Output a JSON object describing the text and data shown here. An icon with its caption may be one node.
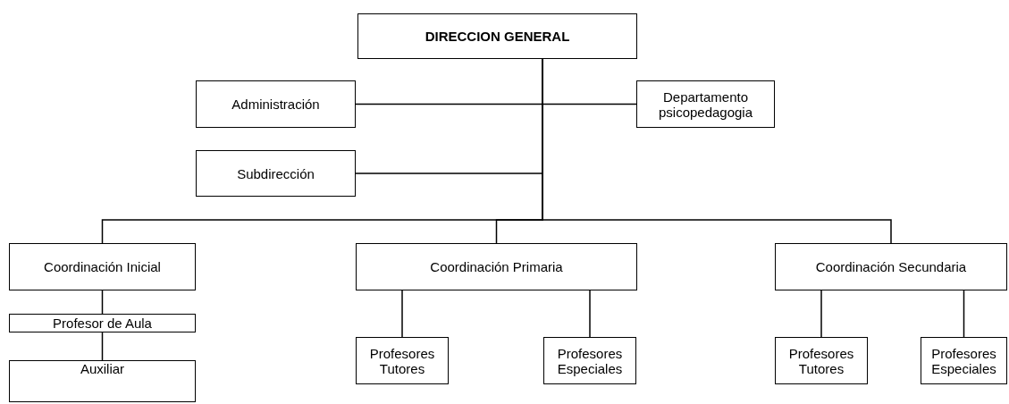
{
  "diagram": {
    "nodes": [
      {
        "text": [
          "DIRECCION GENERAL"
        ]
      },
      {
        "text": [
          "Administración"
        ]
      },
      {
        "text": [
          "Departamento psicopedagogia"
        ]
      },
      {
        "text": [
          "Subdirección"
        ]
      },
      {
        "text": [
          "Coordinación Inicial"
        ]
      },
      {
        "text": [
          "Coordinación Primaria"
        ]
      },
      {
        "text": [
          "Coordinación Secundaria"
        ]
      },
      {
        "text": [
          "Profesor de Aula"
        ]
      },
      {
        "text": [
          "Auxiliar"
        ]
      },
      {
        "text": [
          "Profesores Tutores"
        ]
      },
      {
        "text": [
          "Profesores Especiales"
        ]
      },
      {
        "text": [
          "Profesores Tutores"
        ]
      },
      {
        "text": [
          "Profesores Especiales"
        ]
      }
    ],
    "edges": [
      {
        "from": 0,
        "to": 1,
        "arrow": "none"
      },
      {
        "from": 0,
        "to": 2,
        "arrow": "none"
      },
      {
        "from": 0,
        "to": 3,
        "arrow": "none"
      },
      {
        "from": 0,
        "to": 4,
        "arrow": "none"
      },
      {
        "from": 0,
        "to": 5,
        "arrow": "none"
      },
      {
        "from": 0,
        "to": 6,
        "arrow": "none"
      },
      {
        "from": 4,
        "to": 7,
        "arrow": "none"
      },
      {
        "from": 7,
        "to": 8,
        "arrow": "none"
      },
      {
        "from": 5,
        "to": 9,
        "arrow": "none"
      },
      {
        "from": 5,
        "to": 10,
        "arrow": "none"
      },
      {
        "from": 6,
        "to": 11,
        "arrow": "none"
      },
      {
        "from": 6,
        "to": 12,
        "arrow": "none"
      }
    ]
  }
}
